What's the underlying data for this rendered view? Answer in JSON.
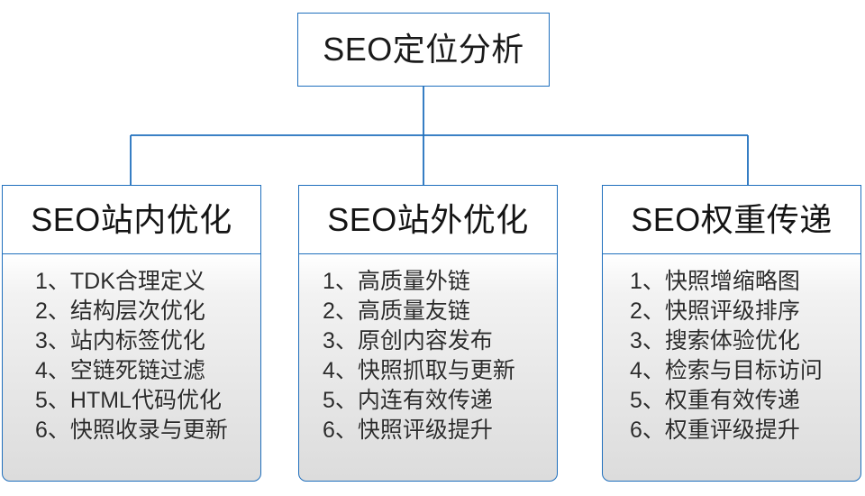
{
  "diagram": {
    "root": {
      "label": "SEO定位分析"
    },
    "branches": [
      {
        "header": "SEO站内优化",
        "items": [
          "1、TDK合理定义",
          "2、结构层次优化",
          "3、站内标签优化",
          "4、空链死链过滤",
          "5、HTML代码优化",
          "6、快照收录与更新"
        ]
      },
      {
        "header": "SEO站外优化",
        "items": [
          "1、高质量外链",
          "2、高质量友链",
          "3、原创内容发布",
          "4、快照抓取与更新",
          "5、内连有效传递",
          "6、快照评级提升"
        ]
      },
      {
        "header": "SEO权重传递",
        "items": [
          "1、快照增缩略图",
          "2、快照评级排序",
          "3、搜索体验优化",
          "4、检索与目标访问",
          "5、权重有效传递",
          "6、权重评级提升"
        ]
      }
    ],
    "colors": {
      "border": "#1f6fbd",
      "connector": "#1f6fbd",
      "panel_fill_top": "#ffffff",
      "panel_fill_bottom": "#dcdcdc",
      "text": "#1a1a1a",
      "background": "#ffffff"
    }
  }
}
